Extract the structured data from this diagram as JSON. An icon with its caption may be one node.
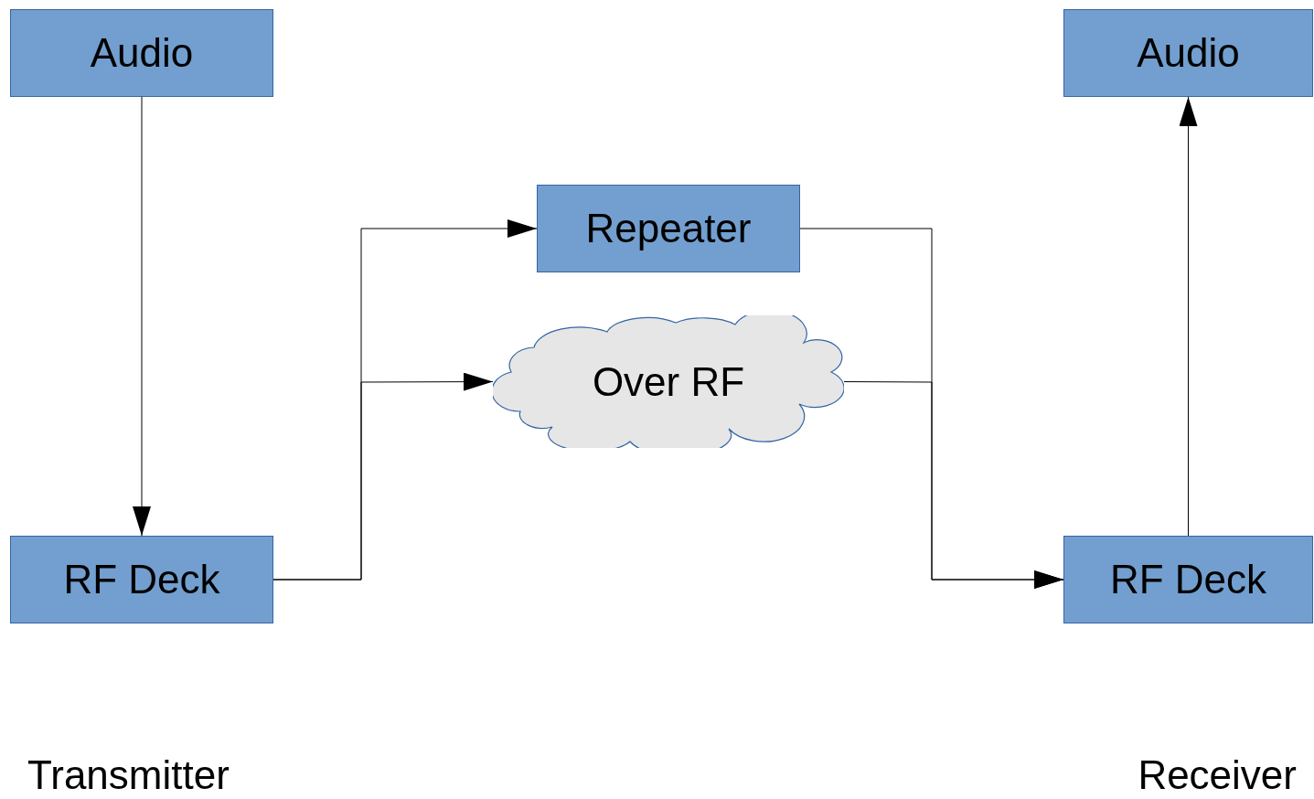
{
  "diagram": {
    "nodes": [
      {
        "text": [
          "Audio"
        ]
      },
      {
        "text": [
          "RF Deck"
        ]
      },
      {
        "text": [
          "Repeater"
        ]
      },
      {
        "text": [
          "Over RF"
        ]
      },
      {
        "text": [
          "Audio"
        ]
      },
      {
        "text": [
          "RF Deck"
        ]
      }
    ],
    "edges": [
      {
        "from": 0,
        "to": 1,
        "arrow": "to"
      },
      {
        "from": 1,
        "to": 2,
        "arrow": "to"
      },
      {
        "from": 1,
        "to": 3,
        "arrow": "to"
      },
      {
        "from": 2,
        "to": 5,
        "arrow": "to"
      },
      {
        "from": 3,
        "to": 5,
        "arrow": "to"
      },
      {
        "from": 5,
        "to": 4,
        "arrow": "to"
      }
    ],
    "labels": [
      "Transmitter",
      "Receiver"
    ]
  }
}
